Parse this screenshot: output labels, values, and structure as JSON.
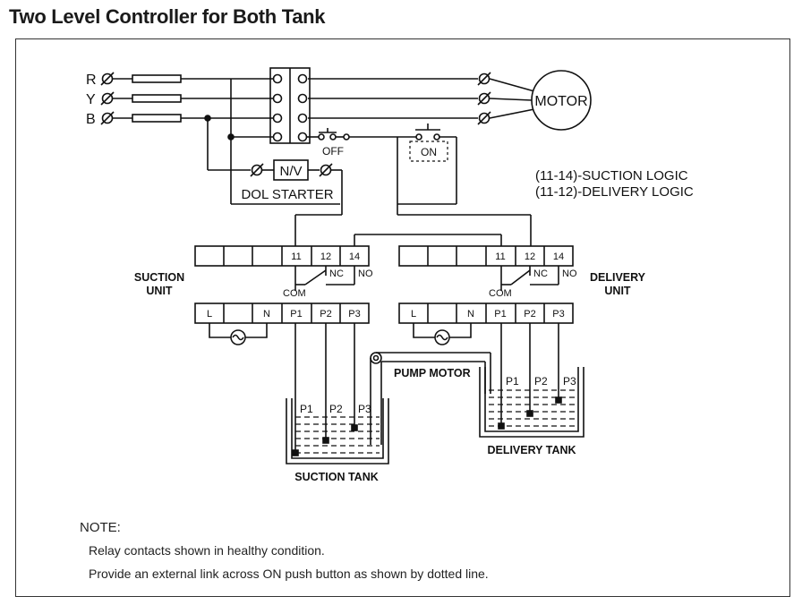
{
  "title": "Two Level Controller for Both Tank",
  "phases": [
    "R",
    "Y",
    "B"
  ],
  "motor_label": "MOTOR",
  "starter": {
    "nv_label": "N/V",
    "name": "DOL STARTER",
    "off_label": "OFF",
    "on_label": "ON"
  },
  "logic_notes": [
    "(11-14)-SUCTION LOGIC",
    "(11-12)-DELIVERY LOGIC"
  ],
  "suction_unit": {
    "name_line1": "SUCTION",
    "name_line2": "UNIT",
    "top_terminals": [
      "11",
      "12",
      "14"
    ],
    "contact_labels": {
      "nc": "NC",
      "no": "NO",
      "com": "COM"
    },
    "bottom_terminals": [
      "L",
      "N",
      "P1",
      "P2",
      "P3"
    ]
  },
  "delivery_unit": {
    "name_line1": "DELIVERY",
    "name_line2": "UNIT",
    "top_terminals": [
      "11",
      "12",
      "14"
    ],
    "contact_labels": {
      "nc": "NC",
      "no": "NO",
      "com": "COM"
    },
    "bottom_terminals": [
      "L",
      "N",
      "P1",
      "P2",
      "P3"
    ]
  },
  "pump_motor_label": "PUMP MOTOR",
  "suction_tank": {
    "name": "SUCTION TANK",
    "probes": [
      "P1",
      "P2",
      "P3"
    ]
  },
  "delivery_tank": {
    "name": "DELIVERY TANK",
    "probes": [
      "P1",
      "P2",
      "P3"
    ]
  },
  "notes": {
    "heading": "NOTE:",
    "lines": [
      "Relay contacts shown in healthy condition.",
      "Provide an external link across ON push button as shown by dotted line."
    ]
  }
}
